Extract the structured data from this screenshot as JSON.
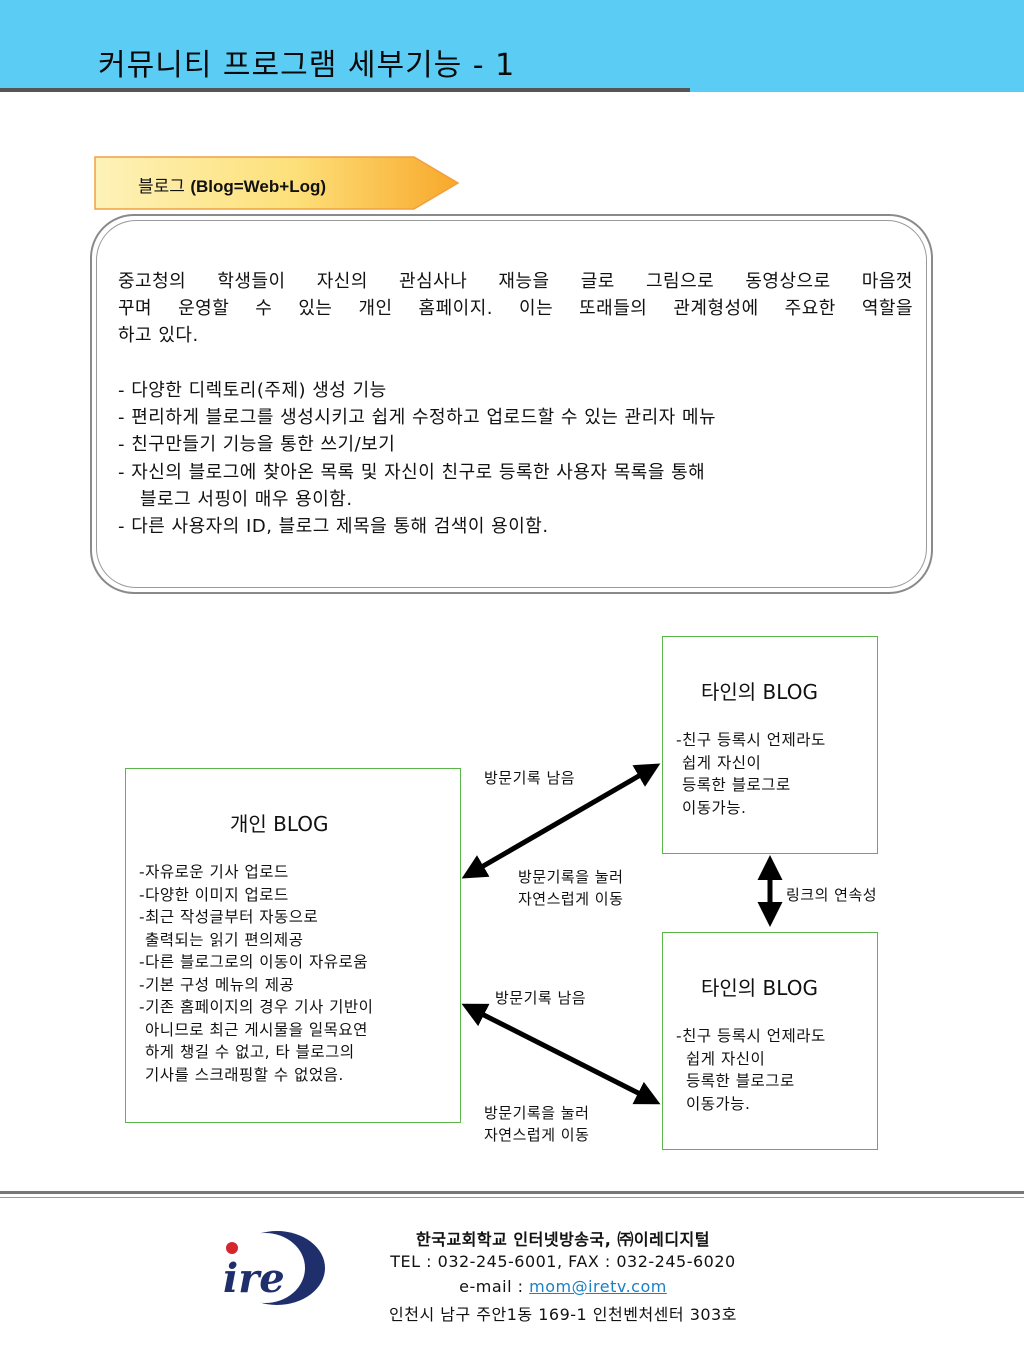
{
  "header": {
    "title": "커뮤니티 프로그램 세부기능 - 1",
    "band_color": "#5bcdf5"
  },
  "section_tag": {
    "label_ko": "블로그",
    "label_en": "(Blog=Web+Log)"
  },
  "description": {
    "paragraph_lines": [
      "중고청의 학생들이 자신의 관심사나 재능을 글로 그림으로 동영상으로 마음껏",
      "꾸며 운영할 수 있는 개인 홈페이지. 이는 또래들의 관계형성에 주요한 역할을",
      "하고 있다."
    ],
    "bullets": [
      "- 다양한 디렉토리(주제) 생성 기능",
      "- 편리하게 블로그를 생성시키고 쉽게 수정하고 업로드할 수 있는 관리자 메뉴",
      "- 친구만들기 기능을 통한  쓰기/보기",
      "- 자신의 블로그에 찾아온 목록 및 자신이 친구로 등록한 사용자 목록을 통해",
      "블로그 서핑이 매우 용이함.",
      "- 다른 사용자의 ID, 블로그 제목을 통해 검색이 용이함."
    ]
  },
  "diagram": {
    "personal_blog": {
      "title": "개인 BLOG",
      "lines": [
        "-자유로운 기사 업로드",
        "-다양한 이미지 업로드",
        "-최근 작성글부터 자동으로",
        " 출력되는 읽기 편의제공",
        "-다른 블로그로의 이동이 자유로움",
        "-기본 구성 메뉴의 제공",
        "-기존 홈페이지의 경우 기사 기반이",
        " 아니므로 최근 게시물을 일목요연",
        " 하게 챙길 수 없고, 타 블로그의",
        " 기사를 스크래핑할 수 없었음."
      ]
    },
    "other_blog_top": {
      "title": "타인의 BLOG",
      "lines": [
        "-친구 등록시 언제라도",
        " 쉽게 자신이",
        " 등록한  블로그로",
        " 이동가능."
      ]
    },
    "other_blog_bottom": {
      "title": "타인의 BLOG",
      "lines": [
        "-친구 등록시 언제라도",
        " 쉽게 자신이",
        " 등록한 블로그로",
        " 이동가능."
      ]
    },
    "labels": {
      "top_upper": "방문기록 남음",
      "top_lower_1": "방문기록을 눌러",
      "top_lower_2": "자연스럽게 이동",
      "bottom_upper": "방문기록 남음",
      "bottom_lower_1": "방문기록을 눌러",
      "bottom_lower_2": "자연스럽게 이동",
      "link": "링크의 연속성"
    },
    "box_border_color": "#5ab54b"
  },
  "footer": {
    "org": "한국교회학교 인터넷방송국, ㈜이레디지털",
    "tel_fax": "TEL : 032-245-6001,  FAX : 032-245-6020",
    "email_prefix": "e-mail : ",
    "email": "mom@iretv.com",
    "address": "인천시 남구 주안1동 169-1 인천벤처센터 303호",
    "logo_text": "ire"
  }
}
